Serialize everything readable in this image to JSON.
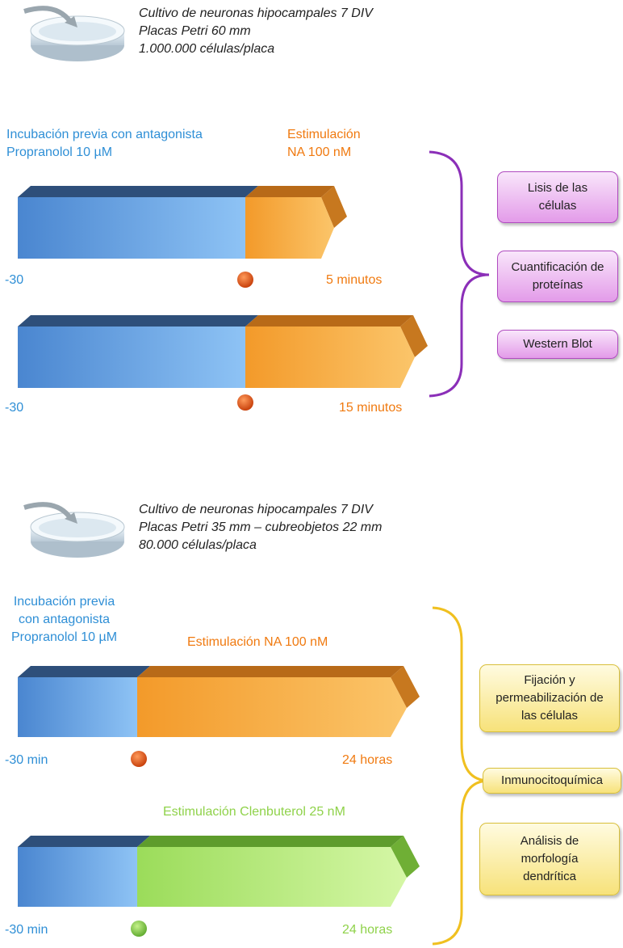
{
  "section1": {
    "culture": [
      "Cultivo de neuronas hipocampales 7 DIV",
      "Placas Petri 60 mm",
      "1.000.000 células/placa"
    ],
    "pre_label": [
      "Incubación previa con antagonista",
      "Propranolol 10 µM"
    ],
    "stim_label": [
      "Estimulación",
      "NA 100 nM"
    ],
    "timeline1": {
      "start": "-30",
      "end": "5 minutos"
    },
    "timeline2": {
      "start": "-30",
      "end": "15 minutos"
    },
    "boxes": [
      "Lisis de las células",
      "Cuantificación de proteínas",
      "Western Blot"
    ]
  },
  "section2": {
    "culture": [
      "Cultivo de neuronas hipocampales 7 DIV",
      "Placas Petri 35 mm – cubreobjetos 22 mm",
      "80.000 células/placa"
    ],
    "pre_label": [
      "Incubación previa",
      "con antagonista",
      "Propranolol 10 µM"
    ],
    "stim_label_na": "Estimulación NA 100 nM",
    "stim_label_clen": "Estimulación Clenbuterol 25 nM",
    "timeline1": {
      "start": "-30 min",
      "end": "24 horas"
    },
    "timeline2": {
      "start": "-30 min",
      "end": "24 horas"
    },
    "boxes": [
      "Fijación y permeabilización de las células",
      "Inmunocitoquímica",
      "Análisis de morfología dendrítica"
    ]
  },
  "colors": {
    "blue": "#4f8fd4",
    "orange": "#f5a030",
    "green": "#a9e56a",
    "purple_brace": "#8b2fb8",
    "yellow_brace": "#f0c020"
  }
}
